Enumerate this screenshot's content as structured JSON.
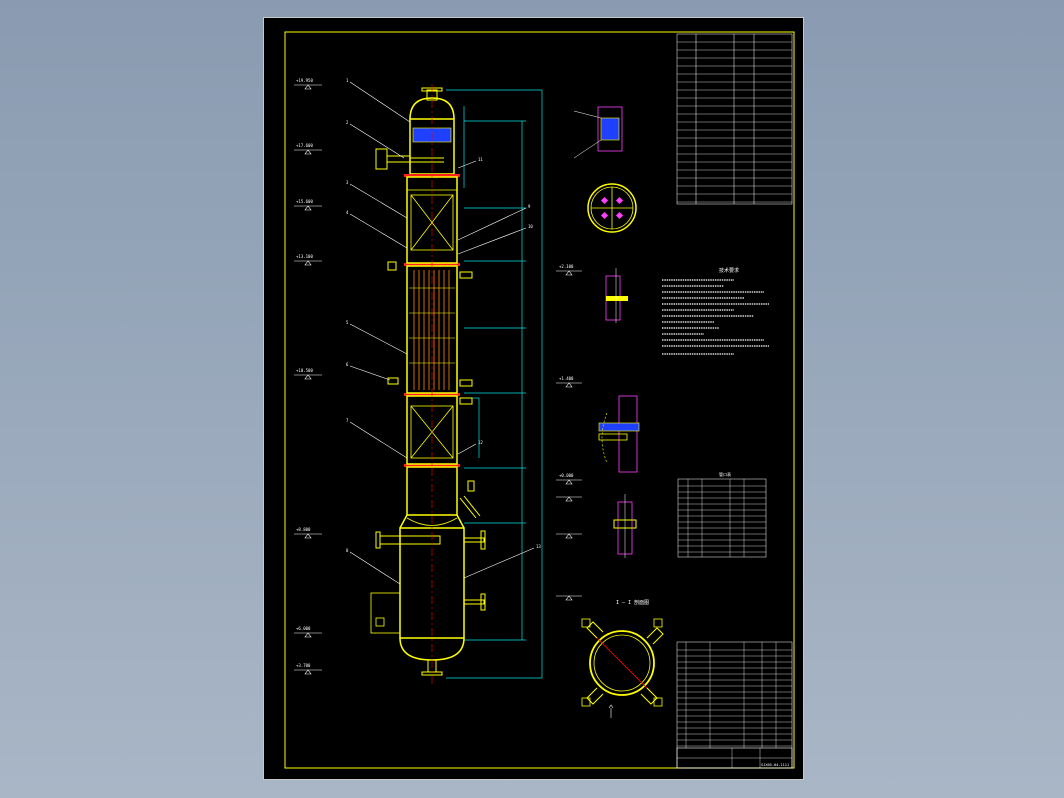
{
  "drawing": {
    "title_block_number": "SJX05-04-1111",
    "section_title": "I — I 剖面图",
    "colors": {
      "background": "#000000",
      "frame": "#ffff00",
      "vessel": "#ffff00",
      "flange_red": "#ff2020",
      "leader_white": "#ffffff",
      "dimension_cyan": "#00e5e5",
      "centerline_red": "#ff0000",
      "packing_blue": "#2040ff",
      "nozzle_magenta": "#ff40ff"
    },
    "elevation_marks": [
      "+19.950",
      "+17.600",
      "+15.600",
      "+13.100",
      "+10.500",
      "+8.800",
      "+6.000",
      "+3.700",
      "+2.100",
      "+1.400",
      "+0.000"
    ],
    "part_numbers": [
      "1",
      "2",
      "3",
      "4",
      "5",
      "6",
      "7",
      "8",
      "9",
      "10",
      "11",
      "12",
      "13"
    ],
    "tech_notes_title": "技术要求",
    "parts_table_title": "管口表",
    "icons": [
      "section-arrow-icon",
      "centerline-mark-icon"
    ]
  }
}
